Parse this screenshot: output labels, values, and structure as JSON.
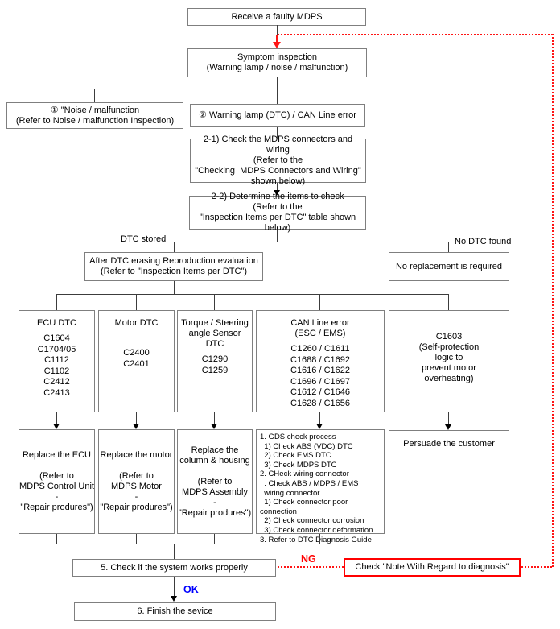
{
  "nodes": {
    "receive": "Receive a faulty MDPS",
    "symptom": [
      "Symptom inspection",
      "(Warning lamp / noise / malfunction)"
    ],
    "noise_branch": [
      "① \"Noise / malfunction",
      "(Refer to Noise / malfunction Inspection)"
    ],
    "warning_branch": "② Warning lamp (DTC) / CAN Line error",
    "check_connectors": [
      "2-1) Check the MDPS connectors and wiring",
      "(Refer to the",
      "\"Checking  MDPS Connectors and Wiring\"",
      "shown below)"
    ],
    "determine_items": [
      "2-2) Determine the items to check",
      "(Refer to the",
      "\"Inspection Items per DTC\" table shown below)"
    ],
    "after_erasing": [
      "After DTC erasing Reproduction evaluation",
      "(Refer to \"Inspection Items per DTC\")"
    ],
    "no_replacement": "No replacement is required",
    "persuade": "Persuade the customer",
    "check_system": "5. Check if the system works properly",
    "note_diagnosis": "Check \"Note With Regard to diagnosis\"",
    "finish": "6. Finish the sevice"
  },
  "labels": {
    "dtc_stored": "DTC stored",
    "no_dtc_found": "No DTC found",
    "ng": "NG",
    "ok": "OK"
  },
  "dtc_columns": [
    {
      "title": [
        "ECU DTC"
      ],
      "codes": [
        "C1604",
        "C1704/05",
        "C1112",
        "C1102",
        "C2412",
        "C2413"
      ]
    },
    {
      "title": [
        "Motor DTC"
      ],
      "codes": [
        "C2400",
        "C2401"
      ]
    },
    {
      "title": [
        "Torque / Steering",
        "angle Sensor",
        "DTC"
      ],
      "codes": [
        "C1290",
        "C1259"
      ]
    },
    {
      "title": [
        "CAN Line error",
        "(ESC / EMS)"
      ],
      "codes": [
        "C1260 / C1611",
        "C1688 / C1692",
        "C1616 / C1622",
        "C1696 / C1697",
        "C1612 / C1646",
        "C1628 / C1656"
      ]
    },
    {
      "title": [
        "C1603",
        "(Self-protection",
        "logic to",
        "prevent motor",
        "overheating)"
      ],
      "codes": []
    }
  ],
  "action_columns": [
    {
      "lines": [
        "Replace the ECU",
        "",
        "(Refer to",
        "MDPS Control Unit",
        "-",
        "\"Repair produres\")"
      ]
    },
    {
      "lines": [
        "Replace the motor",
        "",
        "(Refer to",
        "MDPS Motor",
        "-",
        "\"Repair produres\")"
      ]
    },
    {
      "lines": [
        "Replace the",
        "column & housing",
        "",
        "(Refer to",
        "MDPS Assembly",
        "-",
        "\"Repair produres\")"
      ]
    },
    {
      "lines": [
        "1. GDS check process",
        "  1) Check ABS (VDC) DTC",
        "  2) Check EMS DTC",
        "  3) Check MDPS DTC",
        "2. CHeck wiring connector",
        "  : Check ABS / MDPS / EMS",
        "  wiring connector",
        "  1) Check connector poor connection",
        "  2) Check connector corrosion",
        "  3) Check connector deformation",
        "3. Refer to DTC Diagnosis Guide"
      ]
    }
  ],
  "colors": {
    "ng_path_red": "#ff1414",
    "ok_blue": "#0000ff",
    "box_border": "#7f7f7f",
    "connector": "#3c3c3c"
  }
}
